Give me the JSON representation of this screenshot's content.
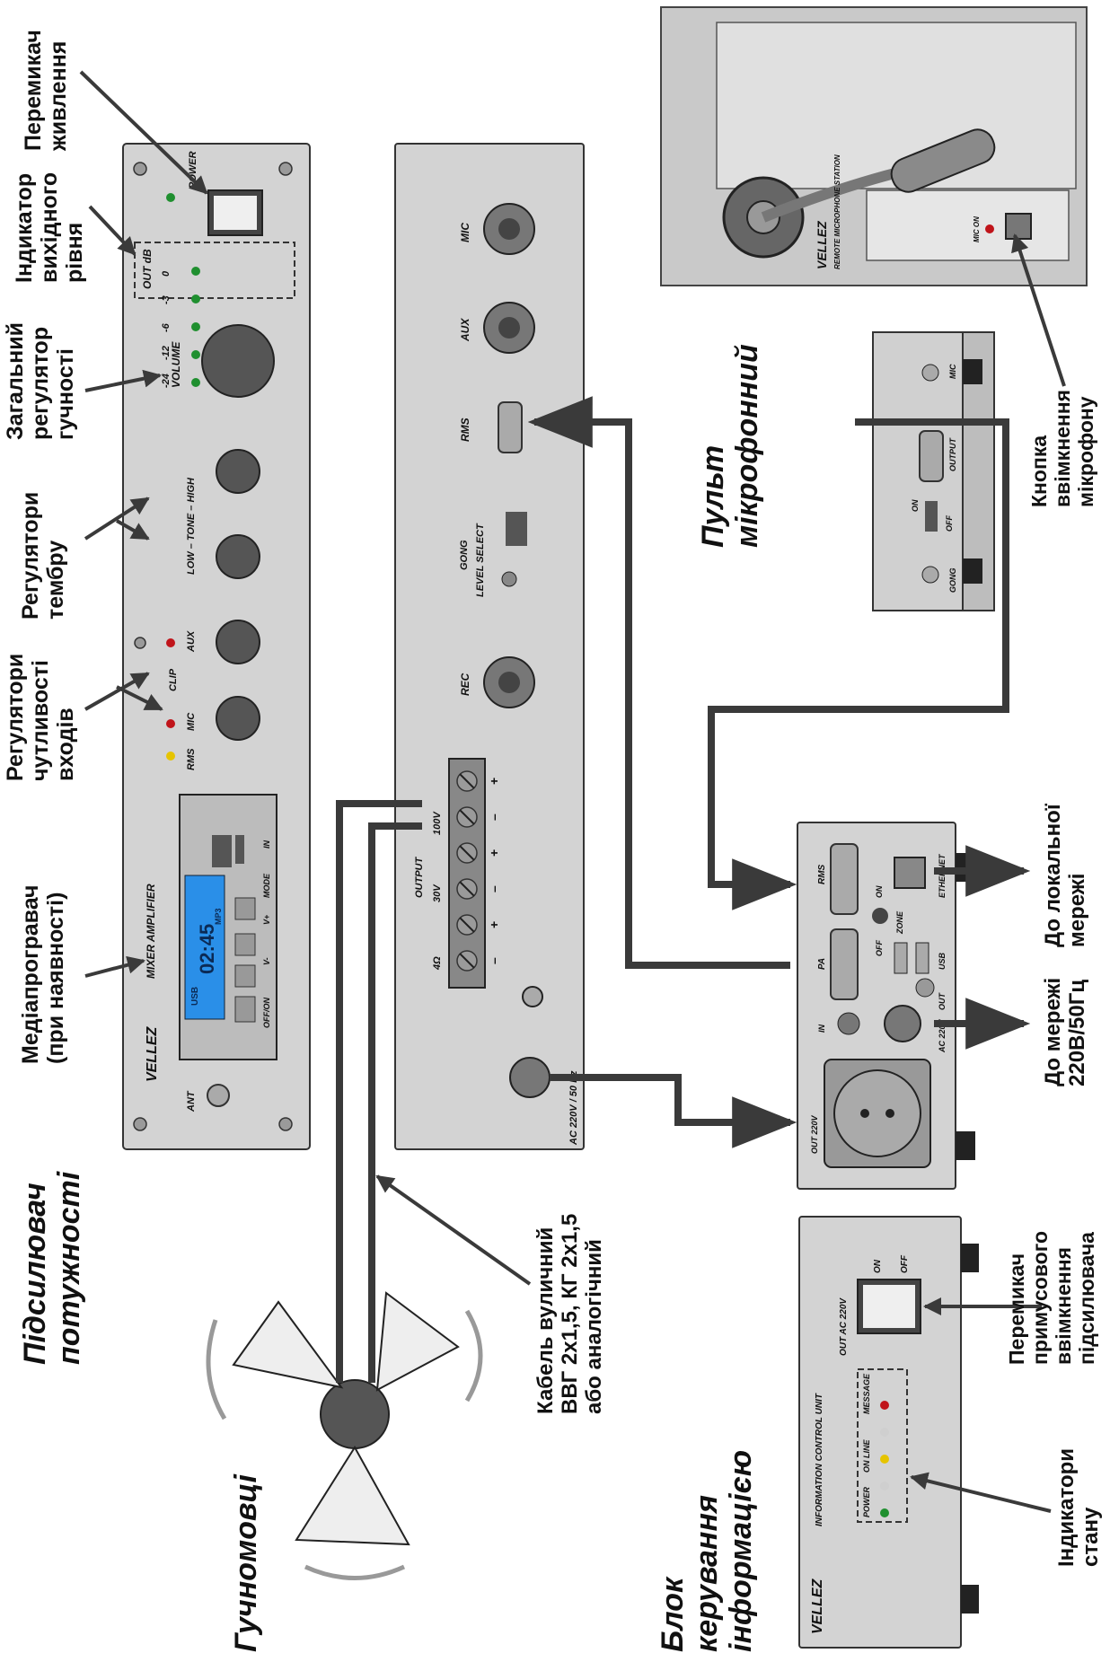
{
  "labels": {
    "power_switch": [
      "Перемикач",
      "живлення"
    ],
    "output_indicator": [
      "Індикатор",
      "вихідного",
      "рівня"
    ],
    "master_volume": [
      "Загальний",
      "регулятор",
      "гучності"
    ],
    "tone_controls": [
      "Регулятори",
      "тембру"
    ],
    "input_sensitivity": [
      "Регулятори",
      "чутливості",
      "входів"
    ],
    "media_player": [
      "Медіапрогравач",
      "(при наявності)"
    ],
    "power_amplifier": [
      "Підсилювач",
      "потужності"
    ],
    "cable": [
      "Кабель вуличний",
      "ВВГ 2х1,5, КГ 2х1,5",
      "або аналогічний"
    ],
    "speakers": "Гучномовці",
    "control_unit": [
      "Блок",
      "керування",
      "інформацією"
    ],
    "status_indicators": [
      "Індикатори",
      "стану"
    ],
    "force_switch": [
      "Перемикач",
      "примусового",
      "ввімкнення",
      "підсилювача"
    ],
    "mains": [
      "До мережі",
      "220В/50Гц"
    ],
    "lan": [
      "До локальної",
      "мережі"
    ],
    "mic_console": [
      "Пульт",
      "мікрофонний"
    ],
    "mic_button": [
      "Кнопка",
      "ввімкнення",
      "мікрофону"
    ]
  },
  "amp_front": {
    "power": "POWER",
    "out_db": "OUT dB",
    "levels": [
      "0",
      "-3",
      "-6",
      "-12",
      "-24"
    ],
    "volume": "VOLUME",
    "tone": "LOW – TONE – HIGH",
    "clip": "CLIP",
    "aux": "AUX",
    "mic": "MIC",
    "rms": "RMS",
    "model": "MIXER AMPLIFIER",
    "brand": "VELLEZ",
    "ant": "ANT",
    "display_time": "02:45",
    "mp3": "MP3",
    "usb": "USB",
    "in": "IN",
    "offon": "OFF/ON",
    "vminus": "V-",
    "vplus": "V+",
    "mode": "MODE"
  },
  "amp_rear": {
    "mic": "MIC",
    "aux": "AUX",
    "rms": "RMS",
    "gong": "GONG",
    "level_select": "LEVEL  SELECT",
    "rec": "REC",
    "output": "OUTPUT",
    "taps": [
      "100V",
      "30V",
      "4Ω"
    ],
    "signs": [
      "+",
      "–",
      "+",
      "–",
      "+",
      "–"
    ],
    "ac": "AC 220V / 50 Hz"
  },
  "icu_rear": {
    "rms": "RMS",
    "pa": "PA",
    "on": "ON",
    "off": "OFF",
    "zone": "ZONE",
    "ethernet": "ETHERNET",
    "usb": "USB",
    "in": "IN",
    "out": "OUT",
    "ac220": "AC 220V",
    "out220": "OUT 220V"
  },
  "icu_front": {
    "brand": "VELLEZ",
    "title": "INFORMATION CONTROL UNIT",
    "out_ac": "OUT AC 220V",
    "on": "ON",
    "off": "OFF",
    "power": "POWER",
    "online": "ON LINE",
    "message": "MESSAGE"
  },
  "mic_station": {
    "brand": "VELLEZ",
    "title": "REMOTE MICROPHONE STATION",
    "mic_on": "MIC ON",
    "mic": "MIC",
    "output": "OUTPUT",
    "on": "ON",
    "off": "OFF",
    "gong": "GONG"
  },
  "colors": {
    "panel": "#d3d3d3",
    "led_green": "#1f8f2f",
    "led_red": "#c0141a",
    "led_yellow": "#e6c400",
    "display": "#2a8fe8"
  }
}
